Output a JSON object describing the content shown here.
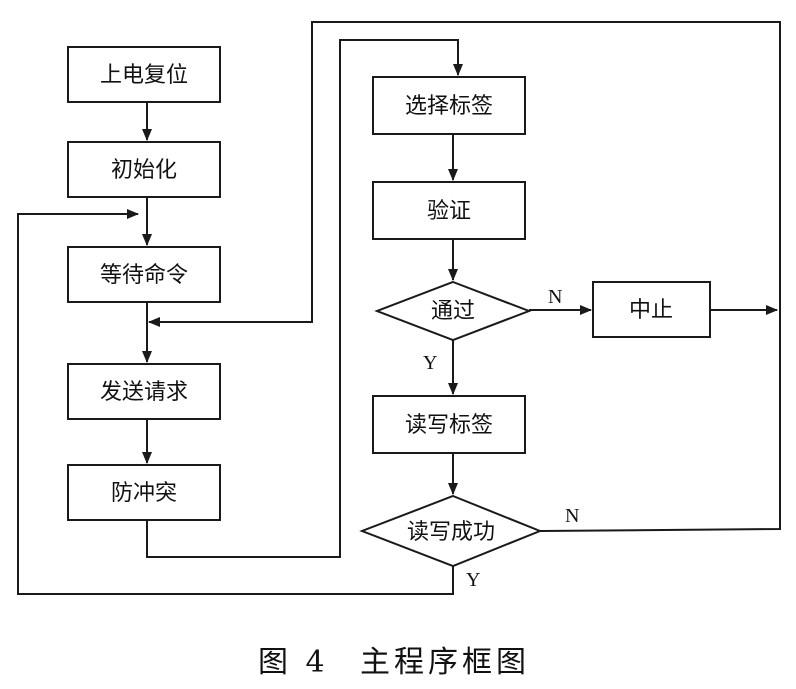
{
  "nodes": {
    "power_reset": "上电复位",
    "init": "初始化",
    "wait_cmd": "等待命令",
    "send_req": "发送请求",
    "anticollision": "防冲突",
    "select_tag": "选择标签",
    "verify": "验证",
    "pass": "通过",
    "abort": "中止",
    "rw_tag": "读写标签",
    "rw_success": "读写成功"
  },
  "edge_labels": {
    "pass_no": "N",
    "pass_yes": "Y",
    "rw_no": "N",
    "rw_yes": "Y"
  },
  "caption": {
    "figure": "图 4",
    "title": "主程序框图"
  }
}
